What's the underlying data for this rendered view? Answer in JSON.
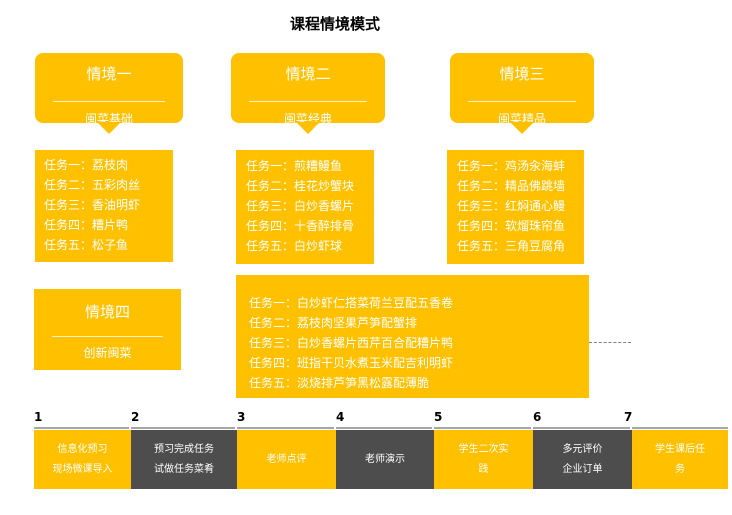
{
  "title": "课程情境模式",
  "scenes": [
    {
      "name": "情境一",
      "sub": "闽菜基础"
    },
    {
      "name": "情境二",
      "sub": "闽菜经典"
    },
    {
      "name": "情境三",
      "sub": "闽菜精品"
    },
    {
      "name": "情境四",
      "sub": "创新闽菜"
    }
  ],
  "task_lists": [
    {
      "tasks": [
        "任务一：荔枝肉",
        "任务二：五彩肉丝",
        "任务三：香油明虾",
        "任务四：糟片鸭",
        "任务五：松子鱼"
      ]
    },
    {
      "tasks": [
        "任务一：煎糟鳗鱼",
        "任务二：桂花炒蟹块",
        "任务三：白炒香螺片",
        "任务四：十香醉排骨",
        "任务五：白炒虾球"
      ]
    },
    {
      "tasks": [
        "任务一：鸡汤汆海蚌",
        "任务二：精品佛跳墙",
        "任务三：红焖通心鳗",
        "任务四：软熘珠帘鱼",
        "任务五：三角豆腐角"
      ]
    },
    {
      "tasks": [
        "任务一：白炒虾仁搭菜荷兰豆配五香卷",
        "任务二：荔枝肉坚果芦笋配蟹排",
        "任务三：白炒香螺片西芹百合配糟片鸭",
        "任务四：班指干贝水煮玉米配吉利明虾",
        "任务五：淡烧排芦笋黑松露配薄脆"
      ]
    }
  ],
  "steps": [
    {
      "num": "1",
      "lines": [
        "信息化预习",
        "现场微课导入"
      ]
    },
    {
      "num": "2",
      "lines": [
        "预习完成任务",
        "试做任务菜肴"
      ]
    },
    {
      "num": "3",
      "lines": [
        "老师点评"
      ]
    },
    {
      "num": "4",
      "lines": [
        "老师演示"
      ]
    },
    {
      "num": "5",
      "lines": [
        "学生二次实",
        "践"
      ]
    },
    {
      "num": "6",
      "lines": [
        "多元评价",
        "企业订单"
      ]
    },
    {
      "num": "7",
      "lines": [
        "学生课后任",
        "务"
      ]
    }
  ],
  "colors": {
    "accent": "#FFC000",
    "dark": "#4d4d4d"
  }
}
